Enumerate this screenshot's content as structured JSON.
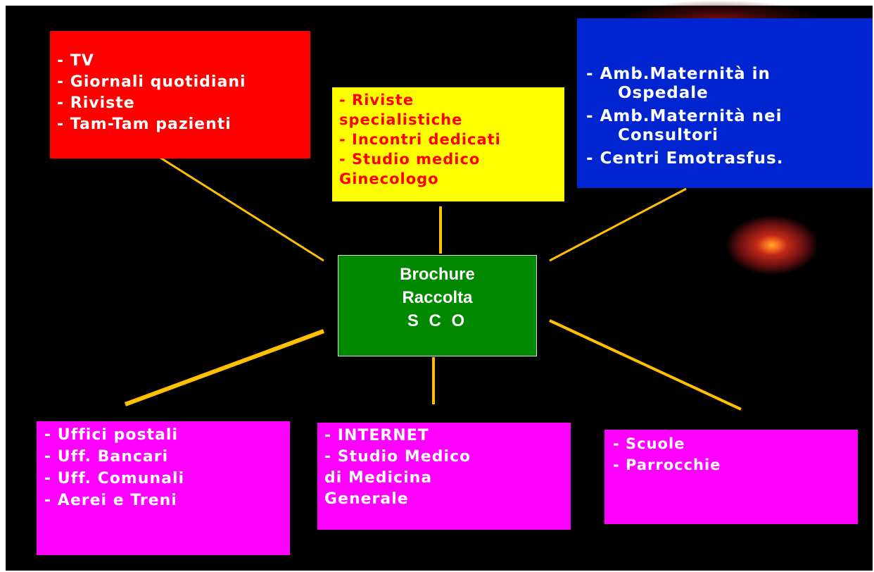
{
  "center": {
    "lines": [
      "Brochure",
      "Raccolta",
      "S C O"
    ]
  },
  "boxes": {
    "top_left": {
      "lines": [
        "- TV",
        "- Giornali quotidiani",
        "- Riviste",
        "- Tam-Tam pazienti"
      ],
      "color": "#ff0000"
    },
    "top_middle": {
      "lines": [
        "- Riviste",
        "specialistiche",
        "- Incontri dedicati",
        "- Studio medico",
        "Ginecologo"
      ],
      "color": "#ffff00"
    },
    "top_right": {
      "lines": [
        "- Amb.Maternità in",
        "Ospedale",
        "- Amb.Maternità nei",
        "Consultori",
        "- Centri Emotrasfus."
      ],
      "color": "#0024d0"
    },
    "bottom_left": {
      "lines": [
        "- Uffici postali",
        "- Uff. Bancari",
        "- Uff. Comunali",
        "- Aerei e Treni"
      ],
      "color": "#ff00ff"
    },
    "bottom_middle": {
      "lines": [
        "- INTERNET",
        "- Studio Medico",
        "di Medicina",
        "Generale"
      ],
      "color": "#ff00ff"
    },
    "bottom_right": {
      "lines": [
        "- Scuole",
        "- Parrocchie"
      ],
      "color": "#ff00ff"
    }
  },
  "colors": {
    "background": "#000000",
    "center_box": "#008800",
    "connector": "#ffc000"
  }
}
